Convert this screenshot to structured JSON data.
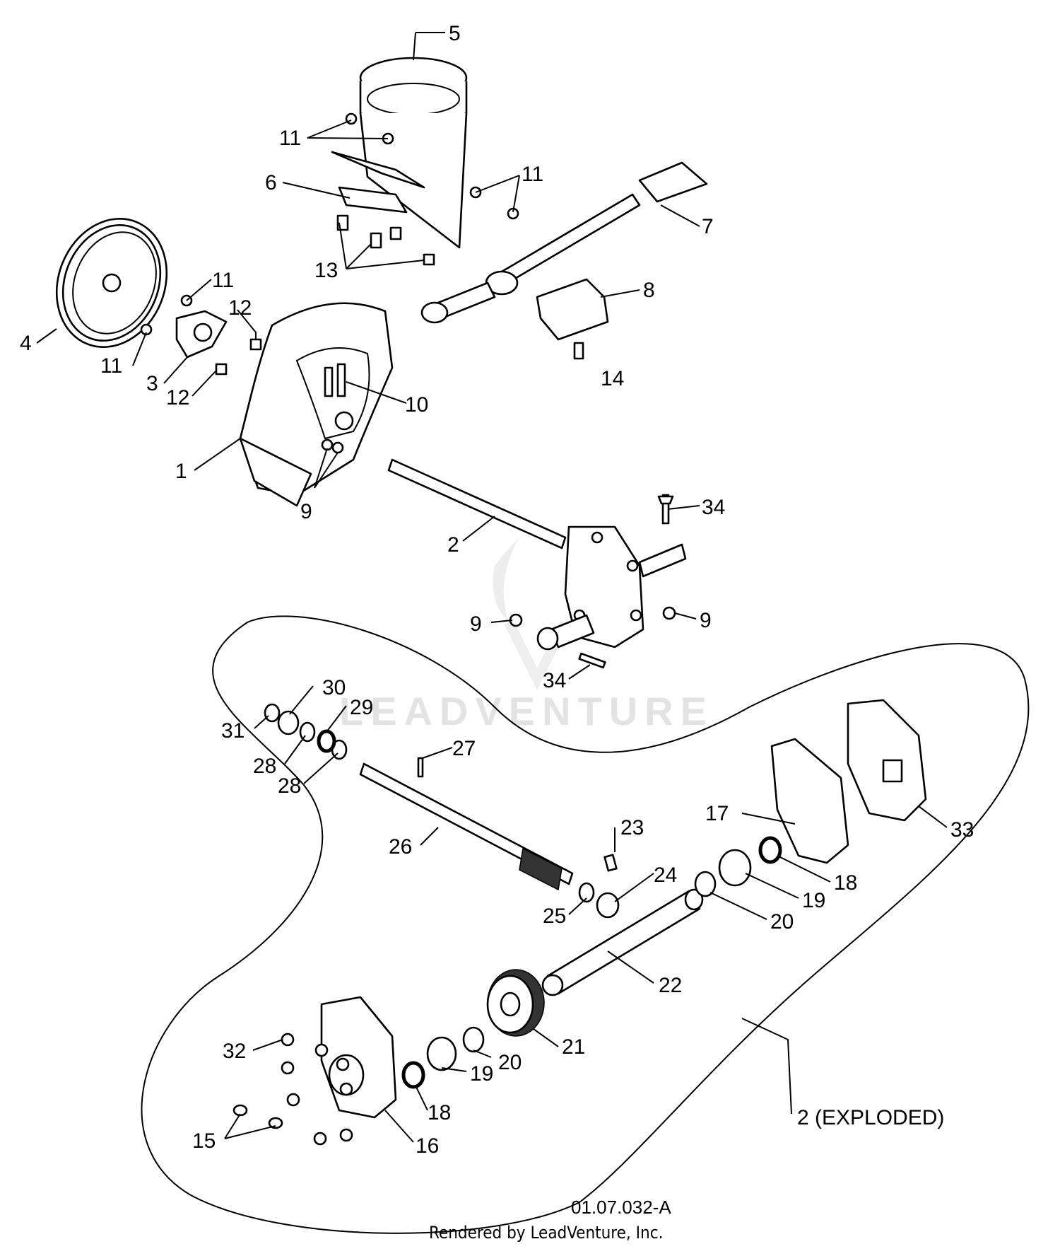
{
  "labels": {
    "l1": "1",
    "l2": "2",
    "l3": "3",
    "l4": "4",
    "l5": "5",
    "l6": "6",
    "l7": "7",
    "l8": "8",
    "l9a": "9",
    "l9b": "9",
    "l9c": "9",
    "l10": "10",
    "l11a": "11",
    "l11b": "11",
    "l11c": "11",
    "l11d": "11",
    "l12a": "12",
    "l12b": "12",
    "l13": "13",
    "l14": "14",
    "l15": "15",
    "l16": "16",
    "l17": "17",
    "l18a": "18",
    "l18b": "18",
    "l19a": "19",
    "l19b": "19",
    "l20a": "20",
    "l20b": "20",
    "l21": "21",
    "l22": "22",
    "l23": "23",
    "l24": "24",
    "l25": "25",
    "l26": "26",
    "l27": "27",
    "l28a": "28",
    "l28b": "28",
    "l29": "29",
    "l30": "30",
    "l31": "31",
    "l32": "32",
    "l33": "33",
    "l34a": "34",
    "l34b": "34",
    "l2exploded": "2 (EXPLODED)"
  },
  "footer": {
    "drawing_code": "01.07.032-A",
    "credit": "Rendered by LeadVenture, Inc."
  },
  "watermark": {
    "text": "LEADVENTURE"
  },
  "colors": {
    "line": "#000000",
    "background": "#ffffff",
    "watermark": "#e3e3e3"
  }
}
